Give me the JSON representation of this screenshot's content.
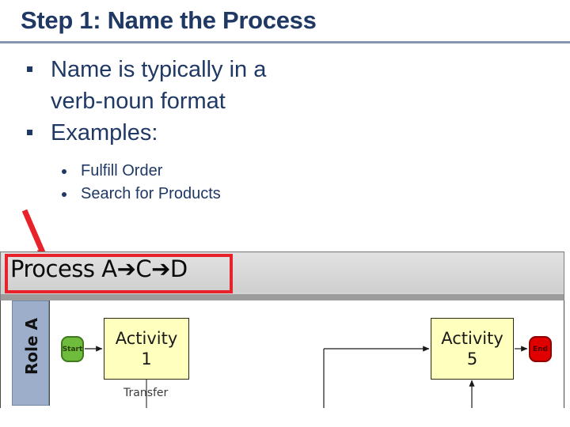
{
  "slide": {
    "title": "Step 1: Name the Process",
    "title_color": "#1F3864",
    "rule_color": "#8496B0"
  },
  "bullets": {
    "level1": [
      {
        "bullet_glyph": "§",
        "text": "Name is typically in a verb-noun format"
      },
      {
        "bullet_glyph": "§",
        "text": "Examples:"
      }
    ],
    "level2": [
      {
        "bullet_glyph": "•",
        "text": "Fulfill Order"
      },
      {
        "bullet_glyph": "•",
        "text": "Search for Products"
      }
    ]
  },
  "annotation": {
    "arrow_color": "#E8222A",
    "arrow_name": "red-callout-arrow",
    "highlight_color": "#E8222A"
  },
  "diagram": {
    "process_title": "Process A➔C➔D",
    "header_bg": "#D4D4D4",
    "lane": {
      "label": "Role A",
      "bg": "#9DAECA"
    },
    "nodes": {
      "start": {
        "label": "Start",
        "fill": "#6FBB3B",
        "stroke": "#3F7A1E"
      },
      "end": {
        "label": "End",
        "fill": "#E00000",
        "stroke": "#8F0000"
      },
      "activities": [
        {
          "line1": "Activity",
          "line2": "1",
          "fill": "#FFFFBE"
        },
        {
          "line1": "Activity",
          "line2": "5",
          "fill": "#FFFFBE"
        }
      ]
    },
    "labels": {
      "transfer": "Transfer"
    }
  }
}
